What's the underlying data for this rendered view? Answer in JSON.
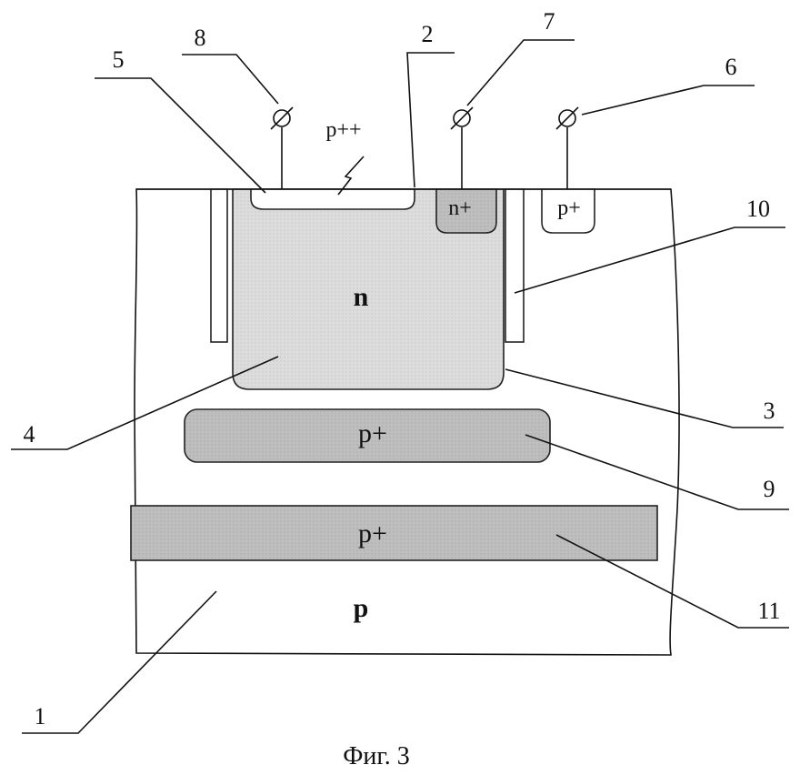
{
  "figure": {
    "caption": "Фиг. 3",
    "colors": {
      "background": "#ffffff",
      "n_region": "#d9d9d9",
      "p_plus_region": "#bdbdbd",
      "n_plus_region": "#b0b0b0",
      "outline": "#222222"
    },
    "regions": {
      "p_substrate": "p",
      "n_well": "n",
      "p_plus_buried_pocket": "p+",
      "p_plus_buried_layer": "p+",
      "p_plus_surface": "p++",
      "n_plus_contact": "n+",
      "p_plus_contact": "p+"
    },
    "callouts": [
      "1",
      "2",
      "3",
      "4",
      "5",
      "6",
      "7",
      "8",
      "9",
      "10",
      "11"
    ],
    "terminal_icon": "terminal-circle-icon"
  }
}
